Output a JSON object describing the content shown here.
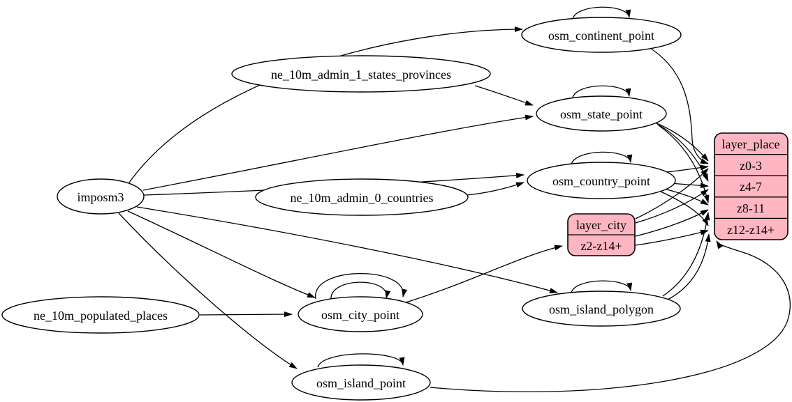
{
  "diagram": {
    "kind": "graphviz-etl-graph",
    "background": "#ffffff",
    "colors": {
      "node_fill": "#ffffff",
      "record_fill": "#ffb6c1",
      "stroke": "#000000",
      "text": "#000000"
    },
    "nodes": {
      "imposm3": "imposm3",
      "ne_10m_admin_1_states_provinces": "ne_10m_admin_1_states_provinces",
      "ne_10m_admin_0_countries": "ne_10m_admin_0_countries",
      "ne_10m_populated_places": "ne_10m_populated_places",
      "osm_continent_point": "osm_continent_point",
      "osm_state_point": "osm_state_point",
      "osm_country_point": "osm_country_point",
      "osm_city_point": "osm_city_point",
      "osm_island_polygon": "osm_island_polygon",
      "osm_island_point": "osm_island_point"
    },
    "records": {
      "layer_city": {
        "title": "layer_city",
        "rows": [
          "z2-z14+"
        ]
      },
      "layer_place": {
        "title": "layer_place",
        "rows": [
          "z0-3",
          "z4-7",
          "z8-11",
          "z12-z14+"
        ]
      }
    },
    "edges": [
      {
        "from": "imposm3",
        "to": "osm_continent_point"
      },
      {
        "from": "imposm3",
        "to": "osm_state_point"
      },
      {
        "from": "imposm3",
        "to": "osm_country_point"
      },
      {
        "from": "imposm3",
        "to": "osm_city_point"
      },
      {
        "from": "imposm3",
        "to": "osm_island_polygon"
      },
      {
        "from": "imposm3",
        "to": "osm_island_point"
      },
      {
        "from": "ne_10m_admin_1_states_provinces",
        "to": "osm_state_point"
      },
      {
        "from": "ne_10m_admin_0_countries",
        "to": "osm_country_point"
      },
      {
        "from": "ne_10m_populated_places",
        "to": "osm_city_point"
      },
      {
        "from": "osm_continent_point",
        "to": "osm_continent_point"
      },
      {
        "from": "osm_state_point",
        "to": "osm_state_point"
      },
      {
        "from": "osm_country_point",
        "to": "osm_country_point"
      },
      {
        "from": "osm_city_point",
        "to": "osm_city_point"
      },
      {
        "from": "osm_city_point",
        "to": "osm_city_point"
      },
      {
        "from": "osm_island_polygon",
        "to": "osm_island_polygon"
      },
      {
        "from": "osm_island_point",
        "to": "osm_island_point"
      },
      {
        "from": "osm_continent_point",
        "to": "layer_place:z0-3"
      },
      {
        "from": "osm_state_point",
        "to": "layer_place:z0-3"
      },
      {
        "from": "osm_state_point",
        "to": "layer_place:z4-7"
      },
      {
        "from": "osm_state_point",
        "to": "layer_place:z8-11"
      },
      {
        "from": "osm_country_point",
        "to": "layer_place:z0-3"
      },
      {
        "from": "osm_country_point",
        "to": "layer_place:z4-7"
      },
      {
        "from": "osm_country_point",
        "to": "layer_place:z8-11"
      },
      {
        "from": "osm_country_point",
        "to": "layer_place:z12-z14+"
      },
      {
        "from": "osm_city_point",
        "to": "layer_city:z2-z14+"
      },
      {
        "from": "layer_city",
        "to": "layer_place:z0-3"
      },
      {
        "from": "layer_city",
        "to": "layer_place:z4-7"
      },
      {
        "from": "layer_city",
        "to": "layer_place:z8-11"
      },
      {
        "from": "layer_city",
        "to": "layer_place:z12-z14+"
      },
      {
        "from": "osm_island_polygon",
        "to": "layer_place:z8-11"
      },
      {
        "from": "osm_island_polygon",
        "to": "layer_place:z12-z14+"
      },
      {
        "from": "osm_island_point",
        "to": "layer_place:z12-z14+"
      }
    ]
  }
}
